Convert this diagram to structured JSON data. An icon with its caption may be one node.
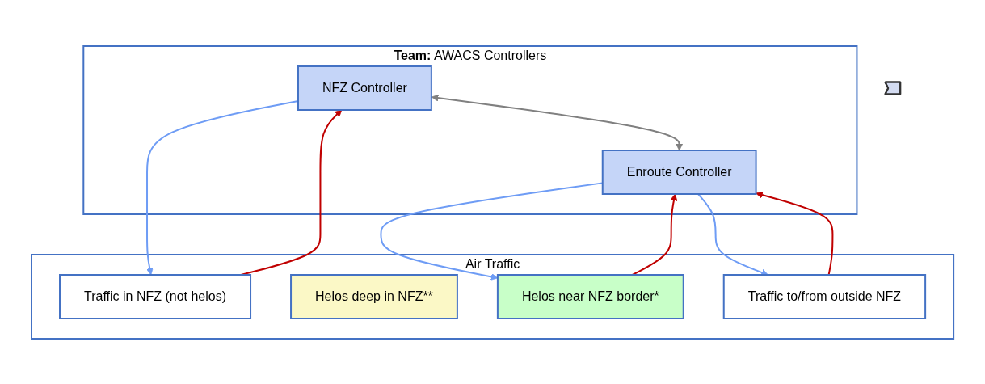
{
  "diagram": {
    "nodes": [
      {
        "text": [
          "**Team:** AWACS Controllers"
        ]
      },
      {
        "text": [
          "NFZ Controller"
        ],
        "in": 0
      },
      {
        "text": [
          "Enroute Controller"
        ],
        "in": 0
      },
      {
        "text": [
          "Air Traffic"
        ]
      },
      {
        "text": [
          "Traffic in NFZ (not helos)"
        ],
        "in": 3
      },
      {
        "text": [
          "Helos deep in NFZ**"
        ],
        "in": 3
      },
      {
        "text": [
          "Helos near NFZ border*"
        ],
        "in": 3
      },
      {
        "text": [
          "Traffic to/from outside NFZ"
        ],
        "in": 3
      },
      {
        "text": [],
        "shape": "arrow"
      }
    ],
    "edges": [
      {
        "from": 1,
        "to": 2,
        "arrow": "both",
        "color": "#808080"
      },
      {
        "from": 1,
        "to": 4,
        "arrow": "to",
        "color": "#6e9cf5"
      },
      {
        "from": 4,
        "to": 1,
        "arrow": "to",
        "color": "#c00000"
      },
      {
        "from": 2,
        "to": 6,
        "arrow": "to",
        "color": "#6e9cf5"
      },
      {
        "from": 6,
        "to": 2,
        "arrow": "to",
        "color": "#c00000"
      },
      {
        "from": 2,
        "to": 7,
        "arrow": "to",
        "color": "#6e9cf5"
      },
      {
        "from": 7,
        "to": 2,
        "arrow": "to",
        "color": "#c00000"
      }
    ]
  }
}
